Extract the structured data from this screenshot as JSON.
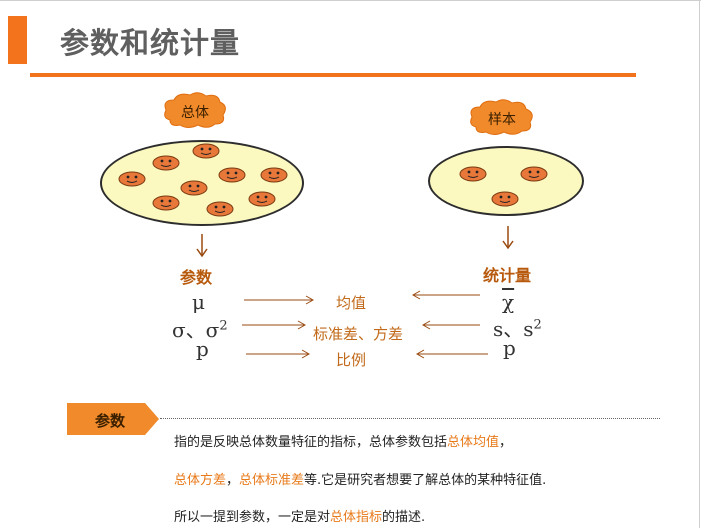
{
  "title": "参数和统计量",
  "population": {
    "label": "总体",
    "head": "参数",
    "mean": "μ",
    "sd": "σ、σ",
    "sd_sup": "2",
    "prop": "p"
  },
  "sample": {
    "label": "样本",
    "head": "统计量",
    "mean": "χ",
    "sd": "s、s",
    "sd_sup": "2",
    "prop": "p"
  },
  "relations": [
    "均值",
    "标准差、方差",
    "比例"
  ],
  "badge": "参数",
  "description": {
    "line1_a": "指的是反映总体数量特征的指标，总体参数包括",
    "line1_hl": "总体均值",
    "line1_b": "，",
    "line2_hl1": "总体方差",
    "line2_a": "，",
    "line2_hl2": "总体标准差",
    "line2_b": "等.它是研究者想要了解总体的某种特征值.",
    "line3_a": "所以一提到参数，一定是对",
    "line3_hl": "总体指标",
    "line3_b": "的描述."
  },
  "colors": {
    "accent": "#f2731c",
    "cloud": "#f08a2a",
    "ellipse": "#fbf8c0",
    "face": "#e8773a"
  }
}
